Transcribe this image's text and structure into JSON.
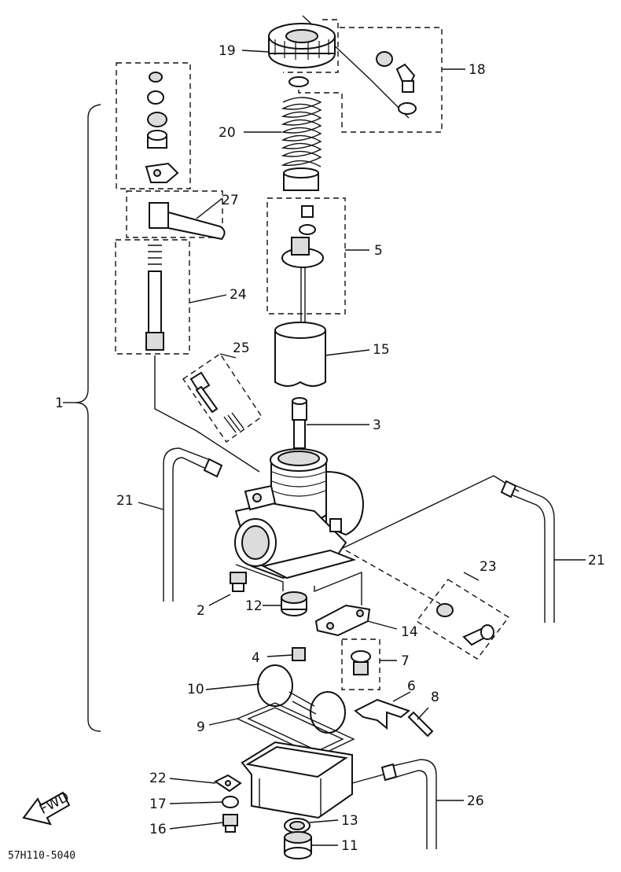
{
  "diagram": {
    "callouts": [
      {
        "id": "c1",
        "text": "1"
      },
      {
        "id": "c2",
        "text": "2"
      },
      {
        "id": "c3",
        "text": "3"
      },
      {
        "id": "c4",
        "text": "4"
      },
      {
        "id": "c5",
        "text": "5"
      },
      {
        "id": "c6",
        "text": "6"
      },
      {
        "id": "c7",
        "text": "7"
      },
      {
        "id": "c8",
        "text": "8"
      },
      {
        "id": "c9",
        "text": "9"
      },
      {
        "id": "c10",
        "text": "10"
      },
      {
        "id": "c11",
        "text": "11"
      },
      {
        "id": "c12",
        "text": "12"
      },
      {
        "id": "c13",
        "text": "13"
      },
      {
        "id": "c14",
        "text": "14"
      },
      {
        "id": "c15",
        "text": "15"
      },
      {
        "id": "c16",
        "text": "16"
      },
      {
        "id": "c17",
        "text": "17"
      },
      {
        "id": "c18",
        "text": "18"
      },
      {
        "id": "c19",
        "text": "19"
      },
      {
        "id": "c20",
        "text": "20"
      },
      {
        "id": "c21a",
        "text": "21"
      },
      {
        "id": "c21b",
        "text": "21"
      },
      {
        "id": "c22",
        "text": "22"
      },
      {
        "id": "c23",
        "text": "23"
      },
      {
        "id": "c24",
        "text": "24"
      },
      {
        "id": "c25",
        "text": "25"
      },
      {
        "id": "c26",
        "text": "26"
      },
      {
        "id": "c27",
        "text": "27"
      }
    ],
    "fwd_label": "FWD",
    "drawing_code": "57H110-5040"
  }
}
